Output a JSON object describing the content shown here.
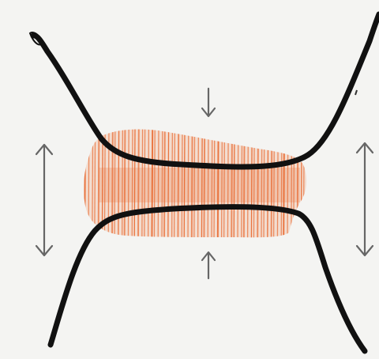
{
  "figure": {
    "background": "#f4f4f2",
    "ink_color": "#111111",
    "hatch_color": "#e8692f",
    "hatch_fill_color": "#f0a07a",
    "arrow_color": "#666666"
  },
  "elements": {
    "upper_curve": "curve",
    "lower_curve": "curve",
    "hatched_band": "hatching",
    "compression_arrows": [
      "arrow-down",
      "arrow-up"
    ],
    "extension_arrows": [
      "double-arrow-vertical",
      "double-arrow-vertical"
    ]
  }
}
